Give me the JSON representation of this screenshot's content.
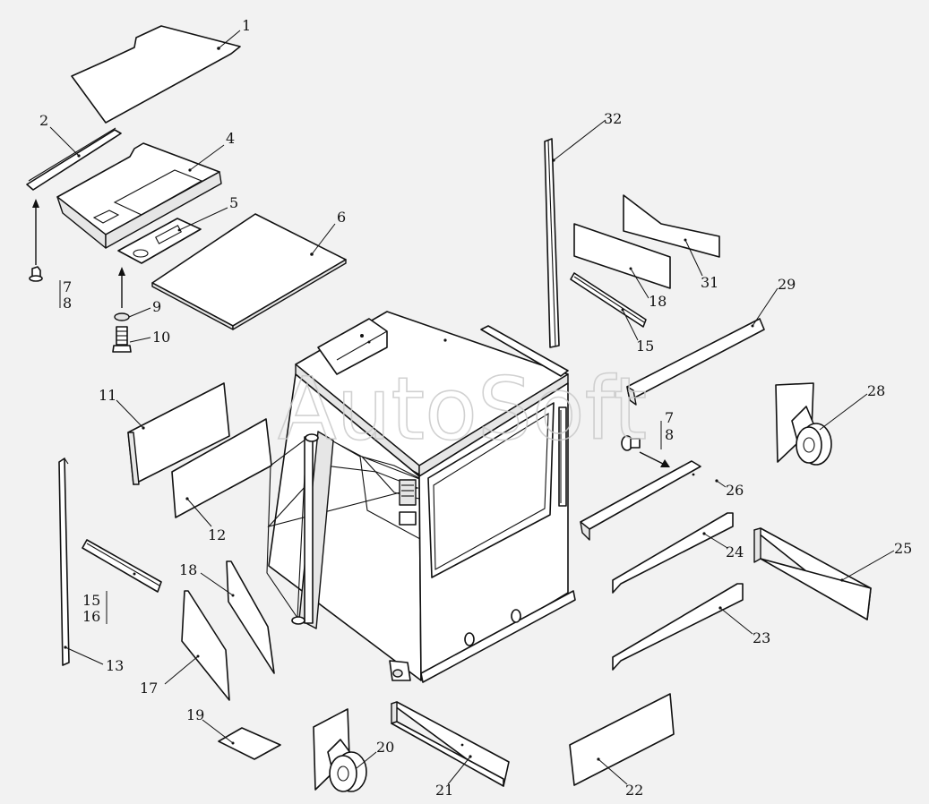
{
  "watermark": "AutoSoft",
  "callouts": [
    {
      "id": "c1",
      "text": "1"
    },
    {
      "id": "c2",
      "text": "2"
    },
    {
      "id": "c4",
      "text": "4"
    },
    {
      "id": "c5",
      "text": "5"
    },
    {
      "id": "c6",
      "text": "6"
    },
    {
      "id": "c7a",
      "text": "7"
    },
    {
      "id": "c8a",
      "text": "8"
    },
    {
      "id": "c9",
      "text": "9"
    },
    {
      "id": "c10",
      "text": "10"
    },
    {
      "id": "c11",
      "text": "11"
    },
    {
      "id": "c12",
      "text": "12"
    },
    {
      "id": "c13",
      "text": "13"
    },
    {
      "id": "c15a",
      "text": "15"
    },
    {
      "id": "c16",
      "text": "16"
    },
    {
      "id": "c17",
      "text": "17"
    },
    {
      "id": "c18a",
      "text": "18"
    },
    {
      "id": "c19",
      "text": "19"
    },
    {
      "id": "c20",
      "text": "20"
    },
    {
      "id": "c21",
      "text": "21"
    },
    {
      "id": "c22",
      "text": "22"
    },
    {
      "id": "c23",
      "text": "23"
    },
    {
      "id": "c24",
      "text": "24"
    },
    {
      "id": "c25",
      "text": "25"
    },
    {
      "id": "c26",
      "text": "26"
    },
    {
      "id": "c7b",
      "text": "7"
    },
    {
      "id": "c8b",
      "text": "8"
    },
    {
      "id": "c28",
      "text": "28"
    },
    {
      "id": "c29",
      "text": "29"
    },
    {
      "id": "c15b",
      "text": "15"
    },
    {
      "id": "c18b",
      "text": "18"
    },
    {
      "id": "c31",
      "text": "31"
    },
    {
      "id": "c32",
      "text": "32"
    }
  ]
}
